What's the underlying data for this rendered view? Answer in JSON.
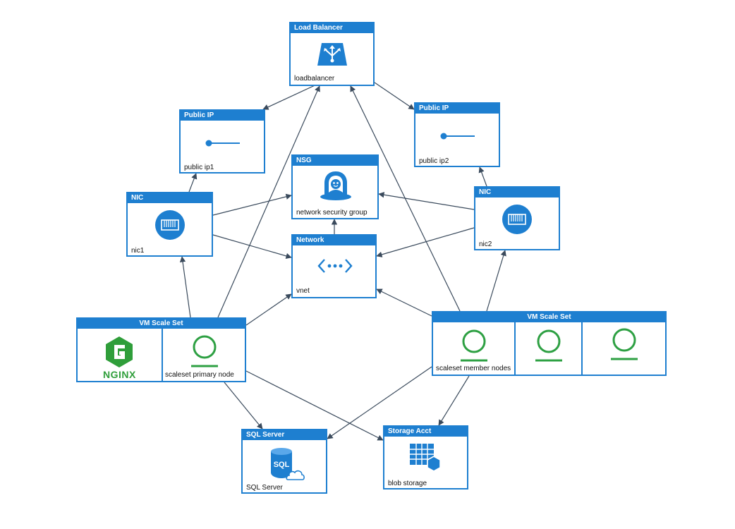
{
  "nodes": {
    "load_balancer": {
      "header": "Load Balancer",
      "label": "loadbalancer"
    },
    "public_ip1": {
      "header": "Public IP",
      "label": "public ip1"
    },
    "public_ip2": {
      "header": "Public IP",
      "label": "public ip2"
    },
    "nsg": {
      "header": "NSG",
      "label": "network security group"
    },
    "nic1": {
      "header": "NIC",
      "label": "nic1"
    },
    "nic2": {
      "header": "NIC",
      "label": "nic2"
    },
    "network": {
      "header": "Network",
      "label": "vnet"
    },
    "vmss_primary": {
      "header": "VM Scale Set",
      "label": "scaleset primary node",
      "logo_text": "NGINX"
    },
    "vmss_members": {
      "header": "VM Scale Set",
      "label": "scaleset member nodes"
    },
    "sql_server": {
      "header": "SQL Server",
      "label": "SQL Server",
      "icon_text": "SQL"
    },
    "storage": {
      "header": "Storage Acct",
      "label": "blob storage"
    }
  },
  "edges": [
    {
      "from": "load_balancer",
      "to": "public_ip1"
    },
    {
      "from": "load_balancer",
      "to": "public_ip2"
    },
    {
      "from": "nic1",
      "to": "public_ip1"
    },
    {
      "from": "nic2",
      "to": "public_ip2"
    },
    {
      "from": "nic1",
      "to": "nsg"
    },
    {
      "from": "nic2",
      "to": "nsg"
    },
    {
      "from": "network",
      "to": "nsg"
    },
    {
      "from": "nic1",
      "to": "network"
    },
    {
      "from": "nic2",
      "to": "network"
    },
    {
      "from": "vmss_primary",
      "to": "nic1"
    },
    {
      "from": "vmss_members",
      "to": "nic2"
    },
    {
      "from": "vmss_primary",
      "to": "load_balancer"
    },
    {
      "from": "vmss_members",
      "to": "load_balancer"
    },
    {
      "from": "vmss_primary",
      "to": "network"
    },
    {
      "from": "vmss_members",
      "to": "network"
    },
    {
      "from": "vmss_primary",
      "to": "sql_server"
    },
    {
      "from": "vmss_primary",
      "to": "storage"
    },
    {
      "from": "vmss_members",
      "to": "sql_server"
    },
    {
      "from": "vmss_members",
      "to": "storage"
    }
  ],
  "colors": {
    "accent": "#1e7fd0",
    "vm_green": "#2ea043",
    "nginx_green": "#2f9e3a",
    "edge": "#3a4a5c"
  }
}
